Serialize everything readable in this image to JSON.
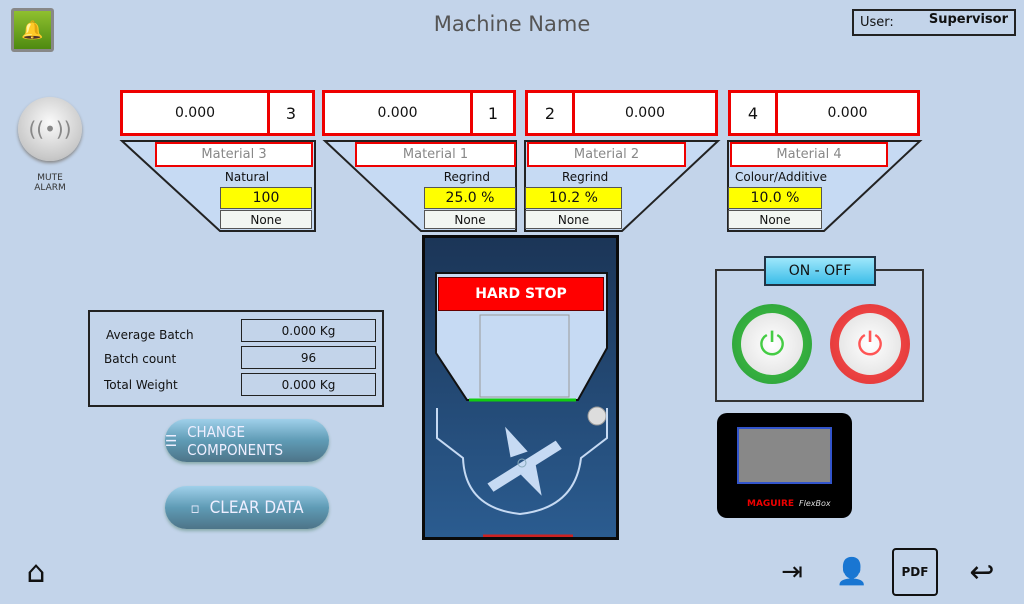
{
  "header": {
    "title": "Machine Name",
    "user_label": "User:",
    "user_value": "Supervisor"
  },
  "mute_alarm": {
    "label_line1": "MUTE",
    "label_line2": "ALARM"
  },
  "hoppers": [
    {
      "value": "0.000",
      "number": "3",
      "material": "Material 3",
      "type": "Natural",
      "setpoint": "100",
      "mode": "None"
    },
    {
      "value": "0.000",
      "number": "1",
      "material": "Material 1",
      "type": "Regrind",
      "setpoint": "25.0 %",
      "mode": "None"
    },
    {
      "value": "0.000",
      "number": "2",
      "material": "Material 2",
      "type": "Regrind",
      "setpoint": "10.2 %",
      "mode": "None"
    },
    {
      "value": "0.000",
      "number": "4",
      "material": "Material 4",
      "type": "Colour/Additive",
      "setpoint": "10.0 %",
      "mode": "None"
    }
  ],
  "stats": {
    "avg_label": "Average Batch",
    "avg_value": "0.000 Kg",
    "count_label": "Batch count",
    "count_value": "96",
    "total_label": "Total Weight",
    "total_value": "0.000 Kg"
  },
  "buttons": {
    "change_components": "CHANGE COMPONENTS",
    "clear_data": "CLEAR DATA"
  },
  "machine": {
    "status": "HARD STOP"
  },
  "power": {
    "title": "ON - OFF"
  },
  "flexbox": {
    "brand": "MAGUIRE",
    "model": "FlexBox"
  }
}
